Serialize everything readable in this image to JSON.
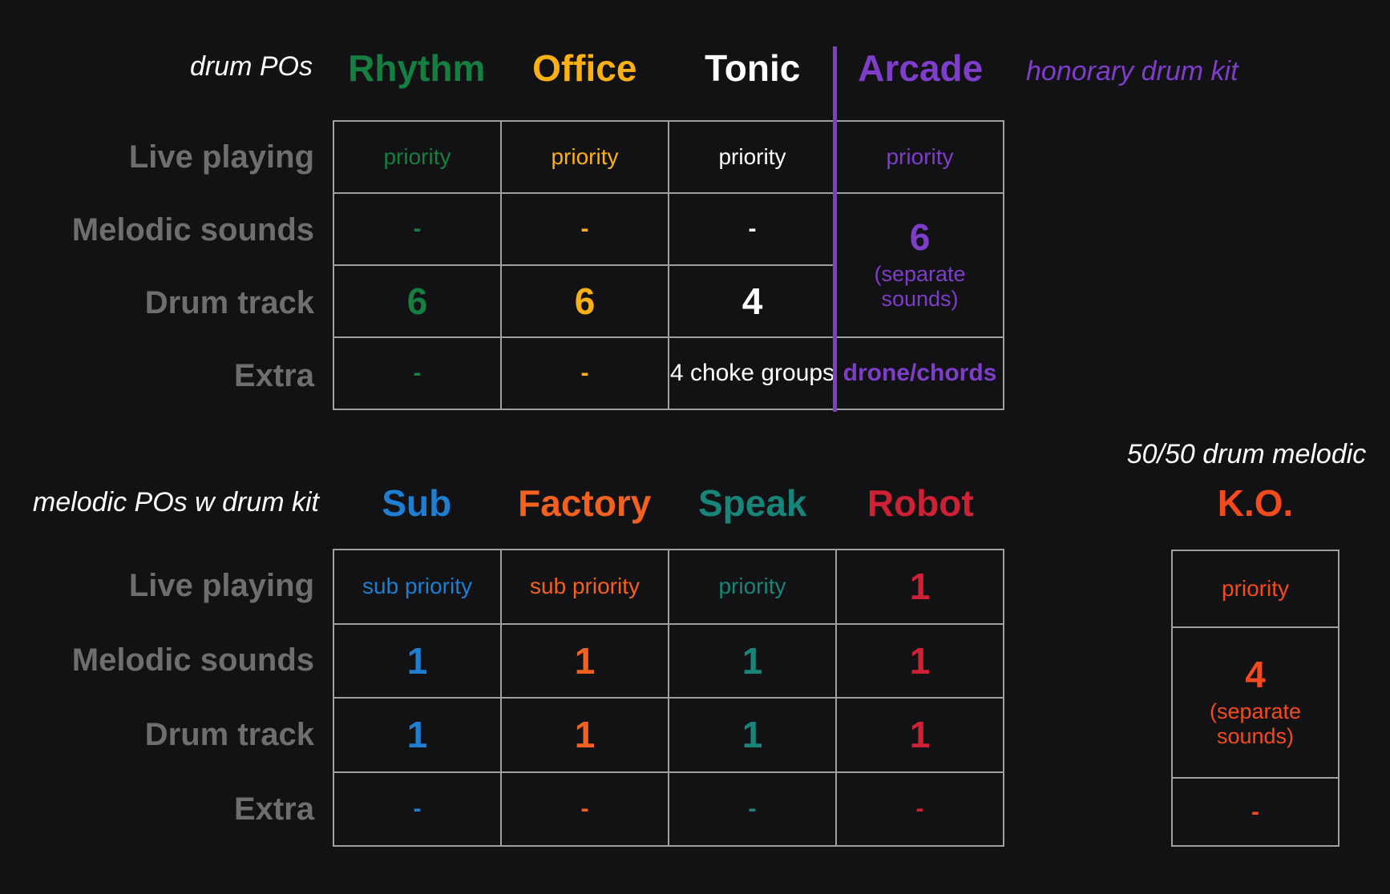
{
  "palette": {
    "background": "#121214",
    "border": "#a0a0a2",
    "row_label": "#6e6e6e"
  },
  "top": {
    "caption": "drum POs",
    "note": "honorary drum kit",
    "columns": [
      {
        "name": "Rhythm",
        "color": "#157f42"
      },
      {
        "name": "Office",
        "color": "#fbb013"
      },
      {
        "name": "Tonic",
        "color": "#ffffff"
      },
      {
        "name": "Arcade",
        "color": "#7e3ec9"
      }
    ],
    "row_labels": [
      "Live playing",
      "Melodic sounds",
      "Drum track",
      "Extra"
    ],
    "cells": {
      "live": [
        "priority",
        "priority",
        "priority",
        "priority"
      ],
      "melodic": [
        "-",
        "-",
        "-"
      ],
      "merged": {
        "value": "6",
        "note": "(separate sounds)"
      },
      "drum": [
        "6",
        "6",
        "4"
      ],
      "extra": [
        "-",
        "-",
        "4 choke groups",
        "drone/chords"
      ]
    }
  },
  "bottom": {
    "caption": "melodic POs w drum kit",
    "columns": [
      {
        "name": "Sub",
        "color": "#1d7ed2"
      },
      {
        "name": "Factory",
        "color": "#f2611f"
      },
      {
        "name": "Speak",
        "color": "#17857a"
      },
      {
        "name": "Robot",
        "color": "#ce2136"
      }
    ],
    "row_labels": [
      "Live playing",
      "Melodic sounds",
      "Drum track",
      "Extra"
    ],
    "cells": {
      "live": [
        "sub priority",
        "sub priority",
        "priority",
        "1"
      ],
      "melodic": [
        "1",
        "1",
        "1",
        "1"
      ],
      "drum": [
        "1",
        "1",
        "1",
        "1"
      ],
      "extra": [
        "-",
        "-",
        "-",
        "-"
      ]
    }
  },
  "ko": {
    "caption": "50/50 drum melodic",
    "name": "K.O.",
    "color": "#f54a1e",
    "cells": {
      "live": "priority",
      "merged": {
        "value": "4",
        "note": "(separate sounds)"
      },
      "extra": "-"
    }
  },
  "chart_data": [
    {
      "type": "table",
      "title": "drum POs",
      "note": "Arcade is an honorary drum kit (separated by purple divider)",
      "columns": [
        "Rhythm",
        "Office",
        "Tonic",
        "Arcade"
      ],
      "rows": [
        "Live playing",
        "Melodic sounds",
        "Drum track",
        "Extra"
      ],
      "values": [
        [
          "priority",
          "priority",
          "priority",
          "priority"
        ],
        [
          "-",
          "-",
          "-",
          "6 (separate sounds)"
        ],
        [
          "6",
          "6",
          "4",
          "6 (separate sounds)"
        ],
        [
          "-",
          "-",
          "4 choke groups",
          "drone/chords"
        ]
      ]
    },
    {
      "type": "table",
      "title": "melodic POs w drum kit",
      "columns": [
        "Sub",
        "Factory",
        "Speak",
        "Robot"
      ],
      "rows": [
        "Live playing",
        "Melodic sounds",
        "Drum track",
        "Extra"
      ],
      "values": [
        [
          "sub priority",
          "sub priority",
          "priority",
          "1"
        ],
        [
          "1",
          "1",
          "1",
          "1"
        ],
        [
          "1",
          "1",
          "1",
          "1"
        ],
        [
          "-",
          "-",
          "-",
          "-"
        ]
      ]
    },
    {
      "type": "table",
      "title": "K.O. (50/50 drum melodic)",
      "columns": [
        "K.O."
      ],
      "rows": [
        "Live playing",
        "Melodic sounds + Drum track",
        "Extra"
      ],
      "values": [
        [
          "priority"
        ],
        [
          "4 (separate sounds)"
        ],
        [
          "-"
        ]
      ]
    }
  ]
}
